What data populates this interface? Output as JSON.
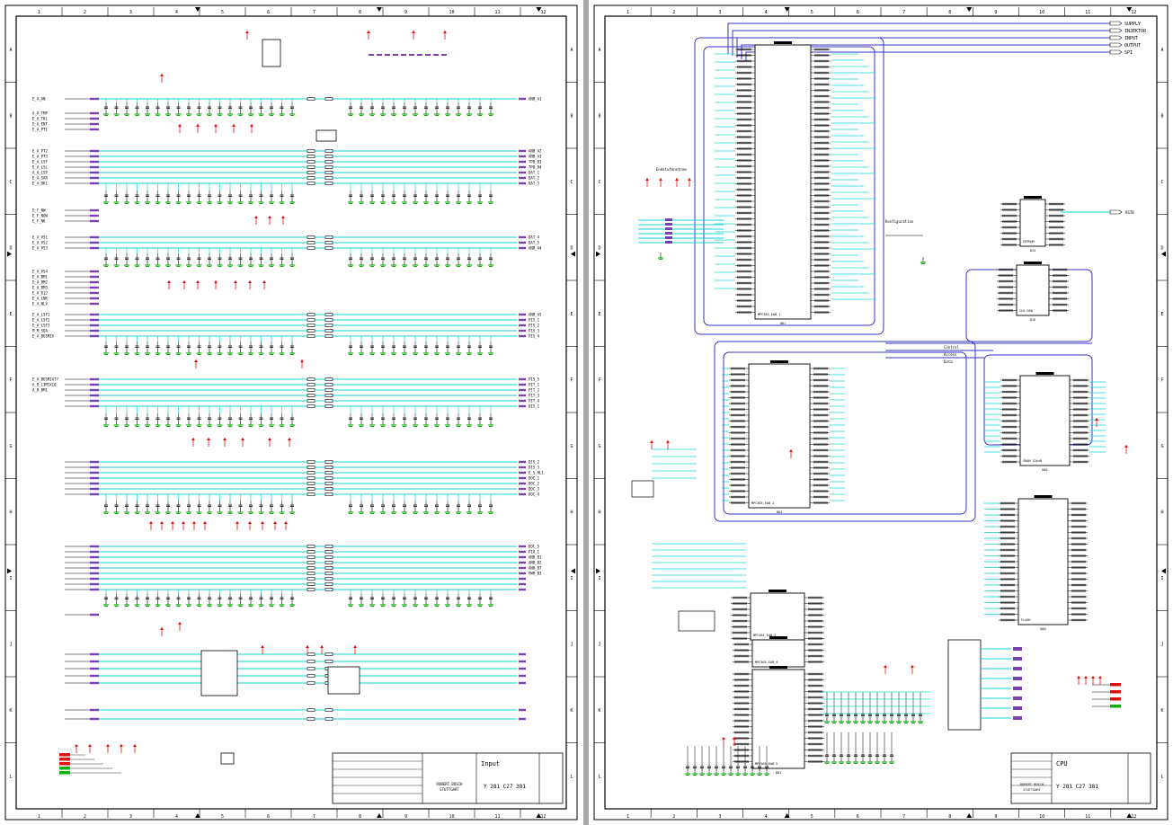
{
  "colors": {
    "wire": "#11d6d6",
    "bus": "#3a33c8",
    "ink": "#000000",
    "pin": "#7a3fb0",
    "supply": "#e01010",
    "ground": "#10b010",
    "frame": "#000000"
  },
  "frame": {
    "columns": [
      "1",
      "2",
      "3",
      "4",
      "5",
      "6",
      "7",
      "8",
      "9",
      "10",
      "11",
      "12"
    ],
    "rows": [
      "A",
      "B",
      "C",
      "D",
      "E",
      "F",
      "G",
      "H",
      "I",
      "J",
      "K",
      "L"
    ]
  },
  "left_sheet": {
    "inputs": [
      "E_A_AN",
      "A_A_TMP",
      "E_A_TKL",
      "E_A_ENT",
      "E_A_PT1",
      "E_A_PT2",
      "E_A_PT3",
      "E_A_LSF",
      "E_A_LSL",
      "A_A_LSP",
      "E_A_SAR",
      "E_A_DK1",
      "E_F_NW",
      "E_F_NOW",
      "E_F_NK",
      "E_A_VS1",
      "E_A_VS2",
      "E_A_VS3",
      "E_A_VS4",
      "E_A_BM1",
      "E_A_BM2",
      "E_A_BM3",
      "E_A_D12",
      "E_A_LNK",
      "E_A_NLV",
      "E_A_LSF1",
      "E_A_LSF2",
      "E_A_LSF3",
      "M_M_SDA",
      "E_A_BUSMIX",
      "E_A_BUSMIX77",
      "A_B_LIMIX10",
      "A_B_BM1"
    ],
    "outputs": [
      "ANB_A1",
      "ANB_A2",
      "ANB_A3",
      "TPB_B3",
      "TPB_B4",
      "DAT_1",
      "DAT_2",
      "DAT_3",
      "DAT_4",
      "DAT_5",
      "ANB_A4",
      "ANB_A5",
      "PIS_1",
      "PIS_2",
      "PIS_3",
      "PIS_4",
      "PIS_5",
      "PIT_1",
      "PIT_2",
      "PIT_3",
      "PIT_4",
      "DIS_1",
      "DIS_2",
      "DIS_3",
      "E_S_HL1",
      "DOC_1",
      "DOC_2",
      "DOC_3",
      "DOC_4",
      "DOC_5",
      "PIO_1",
      "ANB_B1",
      "ANB_B2",
      "ANB_B7",
      "PWM_B3"
    ],
    "title_block": {
      "company": "ROBERT BOSCH",
      "city": "STUTTGART",
      "title": "Input",
      "doc_no": "Y 281 C27 381"
    }
  },
  "right_sheet": {
    "interface": [
      "SUPPLY",
      "INJEKTOR",
      "INPUT",
      "OUTPUT",
      "SPI"
    ],
    "chips": [
      {
        "name": "MPC565_EAB_1",
        "ref": "D01"
      },
      {
        "name": "MPC565_EAB_2",
        "ref": "D01"
      },
      {
        "name": "MPC565_EAB_3",
        "ref": "D01"
      },
      {
        "name": "MPC565_EAB_4",
        "ref": "D01"
      },
      {
        "name": "MPC565_EAB_5",
        "ref": "D01"
      },
      {
        "name": "EEPROM",
        "ref": "D15"
      },
      {
        "name": "SRAM 32kx8",
        "ref": "D05"
      },
      {
        "name": "FLASH",
        "ref": "D06"
      },
      {
        "name": "CLK GEN",
        "ref": "D16"
      }
    ],
    "annotations": {
      "endstufe": "Endstufenstrom",
      "config": "Konfiguration",
      "control": "Control",
      "access": "Access",
      "data": "Data",
      "reset": "RSTB"
    },
    "title_block": {
      "company": "ROBERT BOSCH",
      "city": "STUTTGART",
      "title": "CPU",
      "doc_no": "Y 281 C27 381"
    }
  }
}
